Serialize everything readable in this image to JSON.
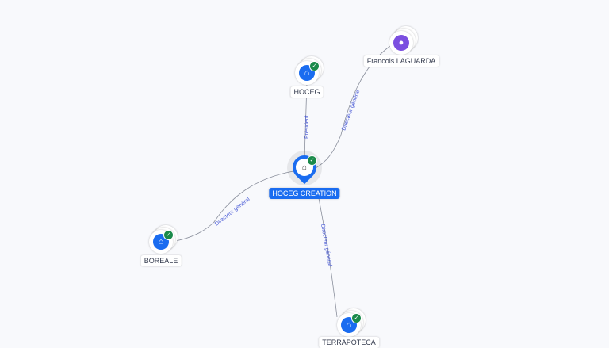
{
  "center": {
    "name": "HOCEG CREATION",
    "verified": true,
    "icon": "building-icon"
  },
  "nodes": [
    {
      "name": "HOCEG",
      "type": "company",
      "verified": true,
      "icon": "building-icon"
    },
    {
      "name": "Francois LAGUARDA",
      "type": "person",
      "verified": false,
      "icon": "person-icon"
    },
    {
      "name": "BOREALE",
      "type": "company",
      "verified": true,
      "icon": "building-icon"
    },
    {
      "name": "TERRAPOTECA",
      "type": "company",
      "verified": true,
      "icon": "building-icon"
    }
  ],
  "edges": [
    {
      "from": "HOCEG",
      "to": "HOCEG CREATION",
      "label": "Président"
    },
    {
      "from": "Francois LAGUARDA",
      "to": "HOCEG CREATION",
      "label": "Directeur général"
    },
    {
      "from": "HOCEG CREATION",
      "to": "BOREALE",
      "label": "Directeur général"
    },
    {
      "from": "HOCEG CREATION",
      "to": "TERRAPOTECA",
      "label": "Directeur général"
    }
  ],
  "colors": {
    "company": "#1a6cf0",
    "person": "#7b4fe0",
    "verified": "#1a8a4a",
    "edge": "#8a8f9c",
    "edge_label": "#4a5bd6"
  }
}
